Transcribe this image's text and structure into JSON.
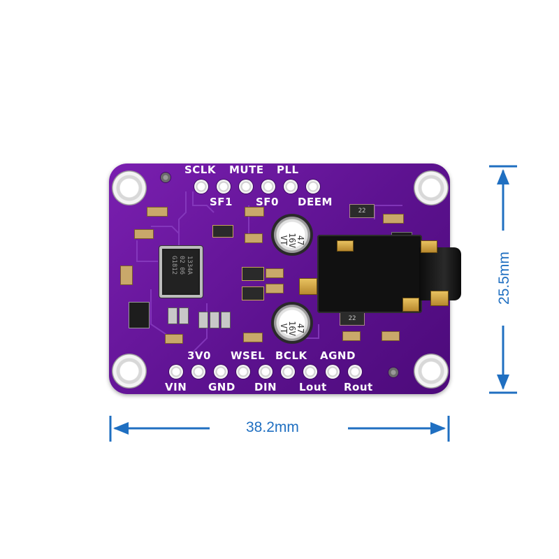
{
  "board": {
    "top_labels": [
      "SCLK",
      "MUTE",
      "PLL"
    ],
    "upper_labels": [
      "SF1",
      "SF0",
      "DEEM"
    ],
    "lower_labels": [
      "3V0",
      "WSEL",
      "BCLK",
      "AGND"
    ],
    "bottom_labels": [
      "VIN",
      "GND",
      "DIN",
      "Lout",
      "Rout"
    ],
    "chip_marking": [
      "1334A",
      "02 06",
      "G1812"
    ],
    "capacitor_marking": [
      "47",
      "16V",
      "VT"
    ],
    "inductor_marking": [
      "22",
      "22"
    ],
    "colors": {
      "pcb": "#5d1290",
      "silkscreen": "#ffffff",
      "dimension": "#1f6fc1"
    }
  },
  "dimensions": {
    "width": "38.2mm",
    "height": "25.5mm"
  },
  "icons": {
    "arrow_width": "double-arrow-horizontal",
    "arrow_height": "double-arrow-vertical"
  }
}
